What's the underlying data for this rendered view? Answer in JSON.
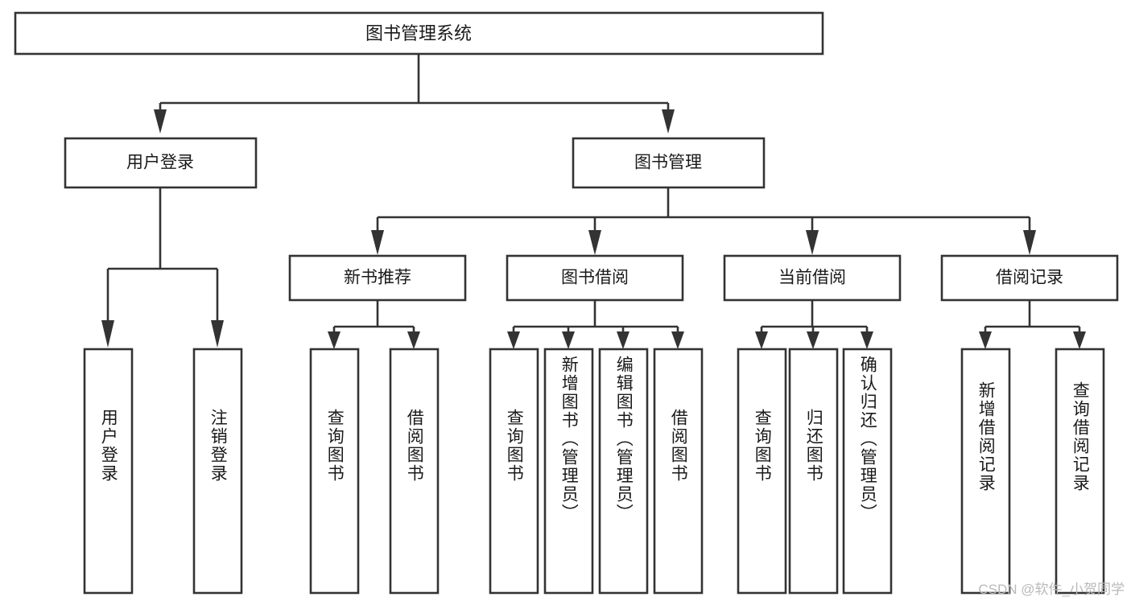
{
  "diagram": {
    "title": "图书管理系统",
    "type": "tree-hierarchy",
    "orientation": "top-down",
    "colors": {
      "box_stroke": "#333333",
      "box_fill": "#ffffff",
      "text": "#1a1a1a",
      "background": "#ffffff",
      "watermark": "#b9b9b9"
    },
    "root": {
      "label": "图书管理系统"
    },
    "level2": [
      {
        "label": "用户登录"
      },
      {
        "label": "图书管理"
      }
    ],
    "level3": [
      {
        "label": "新书推荐"
      },
      {
        "label": "图书借阅"
      },
      {
        "label": "当前借阅"
      },
      {
        "label": "借阅记录"
      }
    ],
    "leaves": {
      "user_login": [
        {
          "label": "用户登录"
        },
        {
          "label": "注销登录"
        }
      ],
      "new_book_recommend": [
        {
          "label": "查询图书"
        },
        {
          "label": "借阅图书"
        }
      ],
      "book_borrow": [
        {
          "label": "查询图书"
        },
        {
          "label": "新增图书（管理员）"
        },
        {
          "label": "编辑图书（管理员）"
        },
        {
          "label": "借阅图书"
        }
      ],
      "current_borrow": [
        {
          "label": "查询图书"
        },
        {
          "label": "归还图书"
        },
        {
          "label": "确认归还（管理员）"
        }
      ],
      "borrow_record": [
        {
          "label": "新增借阅记录"
        },
        {
          "label": "查询借阅记录"
        }
      ]
    }
  },
  "watermark": {
    "text": "CSDN @软件_小贺同学"
  }
}
